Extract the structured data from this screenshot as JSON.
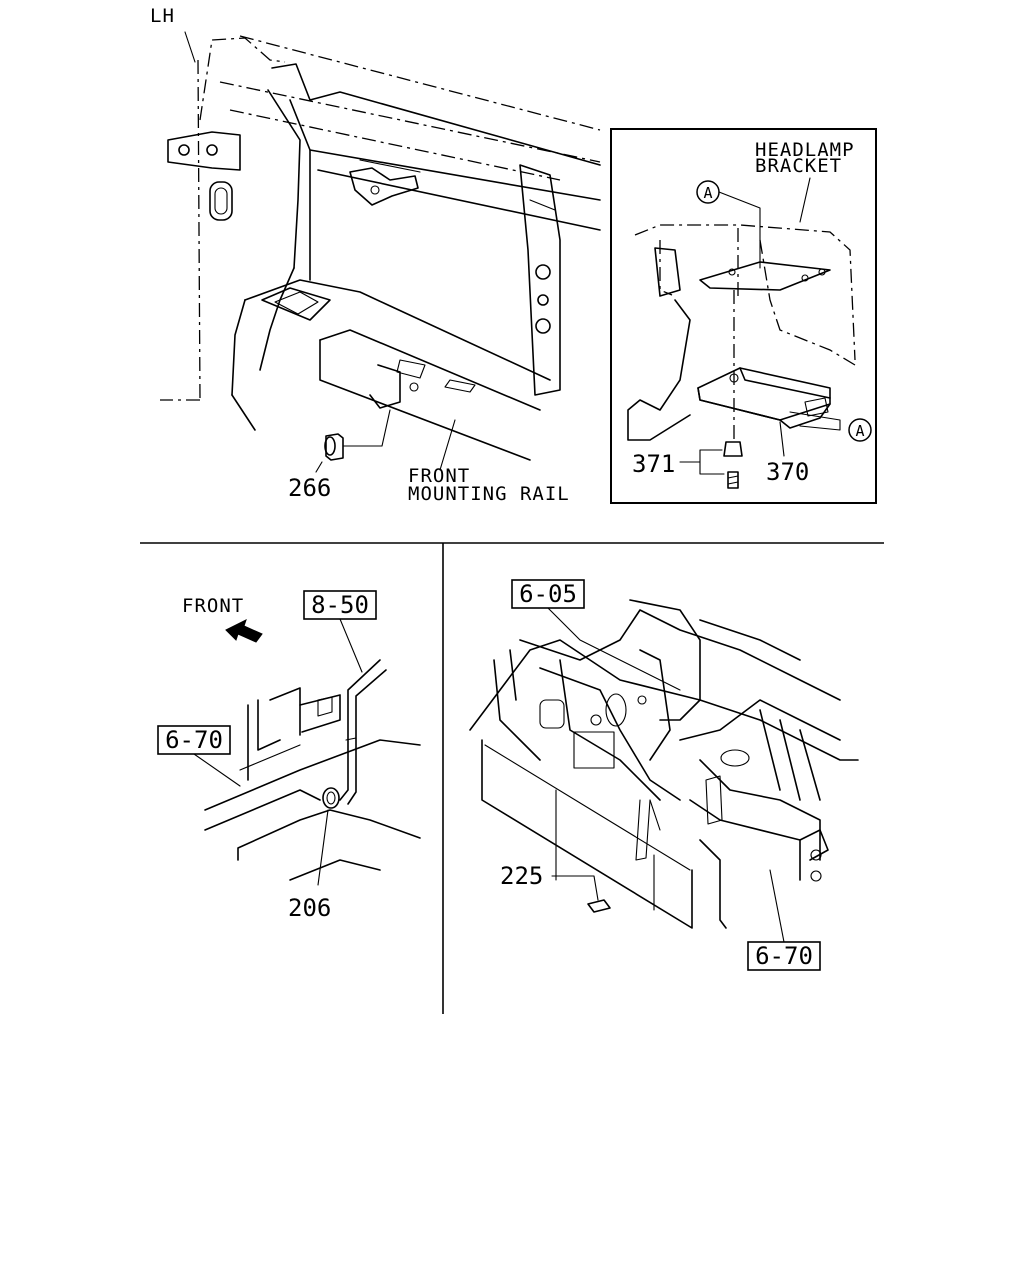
{
  "labels": {
    "side": "LH",
    "headlamp_line1": "HEADLAMP",
    "headlamp_line2": "BRACKET",
    "rail_line1": "FRONT",
    "rail_line2": "MOUNTING RAIL",
    "front_arrow": "FRONT",
    "callout_a": "A"
  },
  "parts": {
    "p266": "266",
    "p371": "371",
    "p370": "370",
    "p206": "206",
    "p225": "225"
  },
  "references": {
    "ref_850": "8-50",
    "ref_670_left": "6-70",
    "ref_605": "6-05",
    "ref_670_right": "6-70"
  }
}
